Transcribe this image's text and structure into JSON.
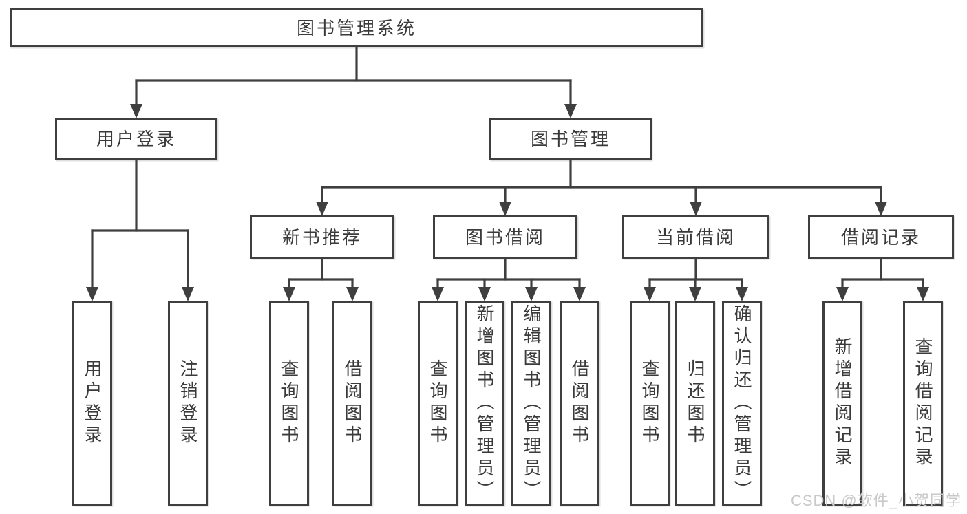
{
  "diagram": {
    "nodes": [
      {
        "id": "root",
        "label": "图书管理系统"
      },
      {
        "id": "user-login-group",
        "label": "用户登录"
      },
      {
        "id": "book-mgmt",
        "label": "图书管理"
      },
      {
        "id": "new-book-rec",
        "label": "新书推荐"
      },
      {
        "id": "book-borrow",
        "label": "图书借阅"
      },
      {
        "id": "current-borrow",
        "label": "当前借阅"
      },
      {
        "id": "borrow-records",
        "label": "借阅记录"
      },
      {
        "id": "user-login",
        "label": "用户登录"
      },
      {
        "id": "logout",
        "label": "注销登录"
      },
      {
        "id": "query-books-1",
        "label": "查询图书"
      },
      {
        "id": "borrow-books-1",
        "label": "借阅图书"
      },
      {
        "id": "query-books-2",
        "label": "查询图书"
      },
      {
        "id": "add-books",
        "label": "新增图书（管理员）"
      },
      {
        "id": "edit-books",
        "label": "编辑图书（管理员）"
      },
      {
        "id": "borrow-books-2",
        "label": "借阅图书"
      },
      {
        "id": "query-books-3",
        "label": "查询图书"
      },
      {
        "id": "return-books",
        "label": "归还图书"
      },
      {
        "id": "confirm-return",
        "label": "确认归还（管理员）"
      },
      {
        "id": "add-borrow-record",
        "label": "新增借阅记录"
      },
      {
        "id": "query-borrow-record",
        "label": "查询借阅记录"
      }
    ],
    "edges": [
      {
        "from": "root",
        "to": [
          "user-login-group",
          "book-mgmt"
        ]
      },
      {
        "from": "user-login-group",
        "to": [
          "user-login",
          "logout"
        ]
      },
      {
        "from": "book-mgmt",
        "to": [
          "new-book-rec",
          "book-borrow",
          "current-borrow",
          "borrow-records"
        ]
      },
      {
        "from": "new-book-rec",
        "to": [
          "query-books-1",
          "borrow-books-1"
        ]
      },
      {
        "from": "book-borrow",
        "to": [
          "query-books-2",
          "add-books",
          "edit-books",
          "borrow-books-2"
        ]
      },
      {
        "from": "current-borrow",
        "to": [
          "query-books-3",
          "return-books",
          "confirm-return"
        ]
      },
      {
        "from": "borrow-records",
        "to": [
          "add-borrow-record",
          "query-borrow-record"
        ]
      }
    ]
  },
  "watermark": {
    "text": "CSDN @软件_小贺同学"
  },
  "colors": {
    "line": "#3f3f3f",
    "text": "#3a3a3a",
    "watermark": "#c9c9c9",
    "background": "#ffffff"
  }
}
